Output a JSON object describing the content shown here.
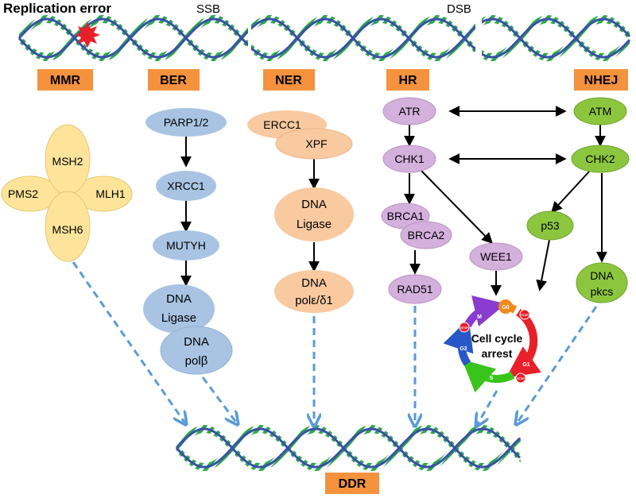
{
  "top_labels": {
    "replication_error": "Replication error",
    "ssb": "SSB",
    "dsb": "DSB"
  },
  "pathways": {
    "mmr": "MMR",
    "ber": "BER",
    "ner": "NER",
    "hr": "HR",
    "nhej": "NHEJ",
    "ddr": "DDR"
  },
  "mmr_proteins": {
    "msh2": "MSH2",
    "pms2": "PMS2",
    "mlh1": "MLH1",
    "msh6": "MSH6"
  },
  "ber_proteins": {
    "parp": "PARP1/2",
    "xrcc1": "XRCC1",
    "mutyh": "MUTYH",
    "ligase_1": "DNA",
    "ligase_2": "Ligase",
    "pol_1": "DNA",
    "pol_2": "polβ"
  },
  "ner_proteins": {
    "ercc1": "ERCC1",
    "xpf": "XPF",
    "ligase_1": "DNA",
    "ligase_2": "Ligase",
    "pol_1": "DNA",
    "pol_2": "polε/δ1"
  },
  "hr_proteins": {
    "atr": "ATR",
    "chk1": "CHK1",
    "brca1": "BRCA1",
    "brca2": "BRCA2",
    "rad51": "RAD51",
    "wee1": "WEE1"
  },
  "nhej_proteins": {
    "atm": "ATM",
    "chk2": "CHK2",
    "p53": "p53",
    "pkcs_1": "DNA",
    "pkcs_2": "pkcs"
  },
  "cell_cycle": {
    "line1": "Cell cycle",
    "line2": "arrest",
    "g0": "G0",
    "g1": "G1",
    "s": "S",
    "g2": "G2",
    "m": "M",
    "stop": "STOP"
  },
  "colors": {
    "pathway_box": "#f5923e",
    "mmr_fill": "#fde49a",
    "ber_fill": "#a9c4e3",
    "ner_fill": "#f9c9a0",
    "hr_fill": "#d4b0dc",
    "nhej_fill": "#8cc63f",
    "dna_blue": "#3b4fa8",
    "dna_green": "#2aa84a",
    "dashed_arrow": "#5b9bd5"
  }
}
